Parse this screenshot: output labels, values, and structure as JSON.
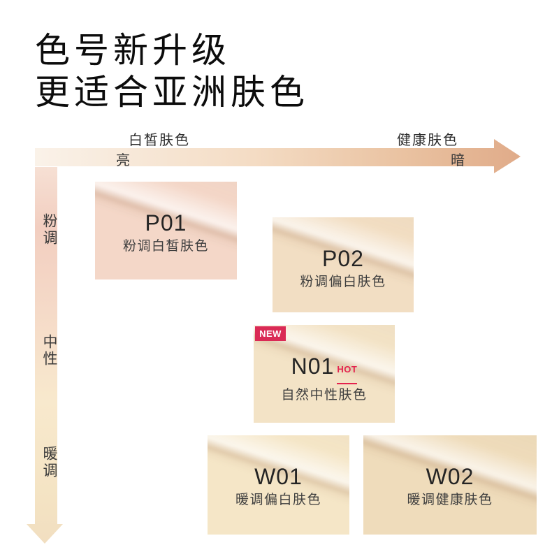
{
  "title": {
    "line1": "色号新升级",
    "line2": "更适合亚洲肤色"
  },
  "horizontal_axis": {
    "label_left": "白皙肤色",
    "label_right": "健康肤色",
    "start_label": "亮",
    "end_label": "暗",
    "gradient_start": "#faf2e9",
    "gradient_end": "#e0ab89"
  },
  "vertical_axis": {
    "labels": [
      "粉调",
      "中性",
      "暖调"
    ],
    "gradient_top": "#f2cec0",
    "gradient_bottom": "#f1dec0"
  },
  "shades": [
    {
      "code": "P01",
      "name": "粉调白皙肤色",
      "color": "#f4d7c8"
    },
    {
      "code": "P02",
      "name": "粉调偏白肤色",
      "color": "#f2dec3"
    },
    {
      "code": "N01",
      "name": "自然中性肤色",
      "color": "#f3e3c6",
      "new_badge": "NEW",
      "hot_badge": "HOT"
    },
    {
      "code": "W01",
      "name": "暖调偏白肤色",
      "color": "#f5e6c7"
    },
    {
      "code": "W02",
      "name": "暖调健康肤色",
      "color": "#efdcbb"
    }
  ],
  "badge_colors": {
    "new_badge_bg": "#da2a55",
    "hot_text": "#e4234e"
  }
}
